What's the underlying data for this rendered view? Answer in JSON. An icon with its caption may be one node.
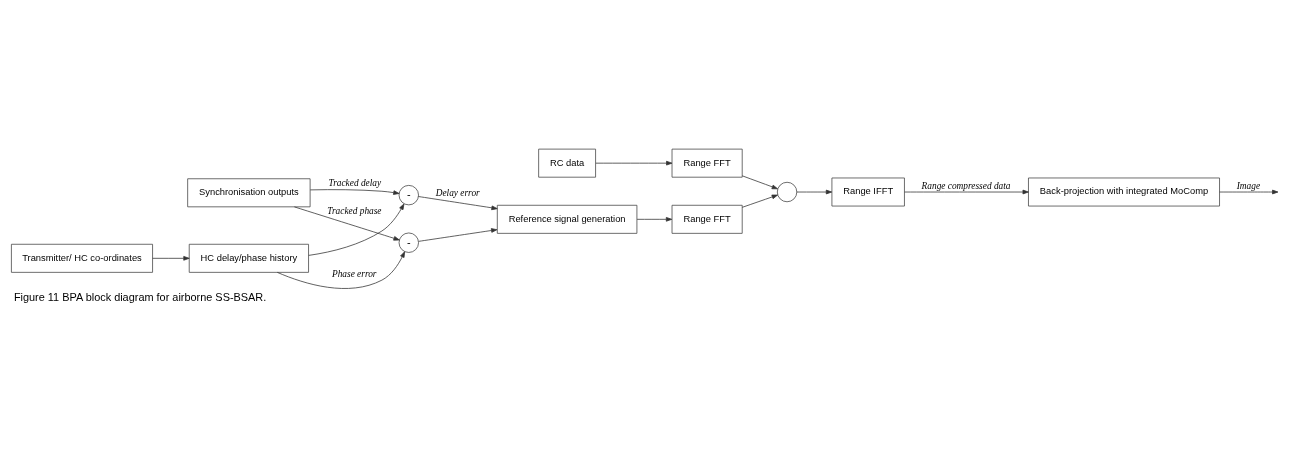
{
  "diagram": {
    "caption": "Figure 11 BPA block diagram for airborne SS-BSAR.",
    "nodes": [
      {
        "text": [
          "RC data"
        ]
      },
      {
        "text": [
          "Range FFT"
        ]
      },
      {
        "text": [
          "Synchronisation outputs"
        ]
      },
      {
        "text": [
          "-"
        ]
      },
      {
        "text": [
          "-"
        ]
      },
      {
        "text": [
          "Reference signal generation"
        ]
      },
      {
        "text": [
          "Range FFT"
        ]
      },
      {
        "text": [],
        "shape": "circle"
      },
      {
        "text": [
          "Range IFFT"
        ]
      },
      {
        "text": [
          "Back-projection with integrated MoComp"
        ]
      },
      {
        "text": [
          "Transmitter/ HC co-ordinates"
        ]
      },
      {
        "text": [
          "HC delay/phase history"
        ]
      }
    ],
    "edges": [
      {
        "from": 0,
        "to": 1,
        "arrow": "to"
      },
      {
        "from": 1,
        "to": 7,
        "arrow": "to"
      },
      {
        "from": 2,
        "to": 3,
        "arrow": "to",
        "label": "Tracked delay"
      },
      {
        "from": 3,
        "to": 5,
        "arrow": "to",
        "label": "Delay error"
      },
      {
        "from": 2,
        "to": 4,
        "arrow": "to",
        "label": "Tracked phase"
      },
      {
        "from": 4,
        "to": 5,
        "arrow": "to"
      },
      {
        "from": 5,
        "to": 6,
        "arrow": "to"
      },
      {
        "from": 6,
        "to": 7,
        "arrow": "to"
      },
      {
        "from": 7,
        "to": 8,
        "arrow": "to"
      },
      {
        "from": 8,
        "to": 9,
        "arrow": "to",
        "label": "Range compressed data"
      },
      {
        "from": 9,
        "to": null,
        "arrow": "to",
        "label": "Image"
      },
      {
        "from": 10,
        "to": 11,
        "arrow": "to"
      },
      {
        "from": 11,
        "to": 3,
        "arrow": "to"
      },
      {
        "from": 11,
        "to": 4,
        "arrow": "to",
        "label": "Phase error"
      }
    ]
  }
}
